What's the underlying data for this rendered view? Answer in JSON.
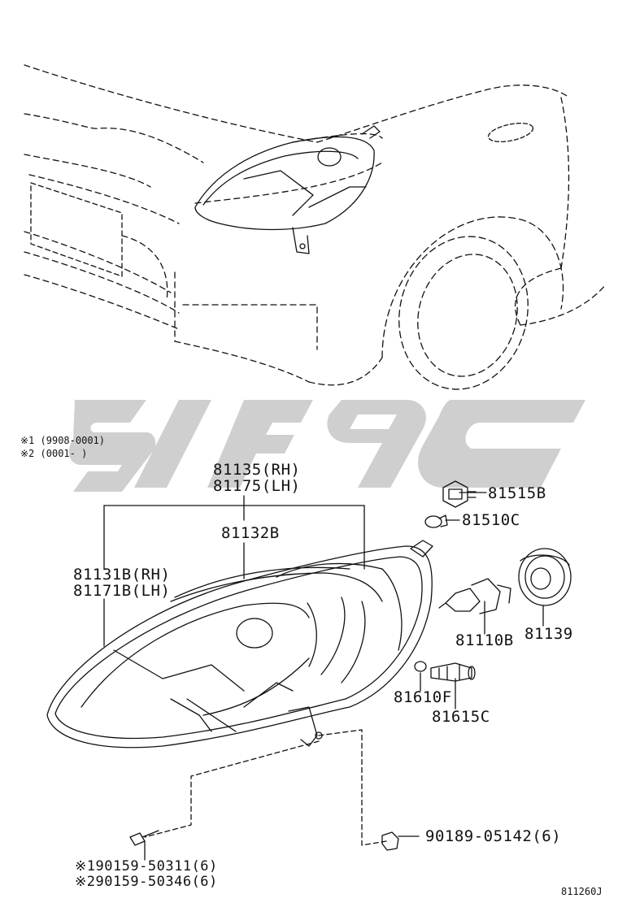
{
  "diagram_id": "811260J",
  "notes": [
    {
      "marker": "※1",
      "range": "(9908-0001)"
    },
    {
      "marker": "※2",
      "range": "(0001-        )"
    }
  ],
  "parts": {
    "p81135": "81135(RH)",
    "p81175": "81175(LH)",
    "p81132B": "81132B",
    "p81131B": "81131B(RH)",
    "p81171B": "81171B(LH)",
    "p81515B": "81515B",
    "p81510C": "81510C",
    "p81110B": "81110B",
    "p81139": "81139",
    "p81610F": "81610F",
    "p81615C": "81615C",
    "p90189": "90189-05142(6)",
    "p90159a": "※190159-50311(6)",
    "p90159b": "※290159-50346(6)"
  },
  "colors": {
    "line": "#111111",
    "watermark": "#cfcfcf"
  }
}
